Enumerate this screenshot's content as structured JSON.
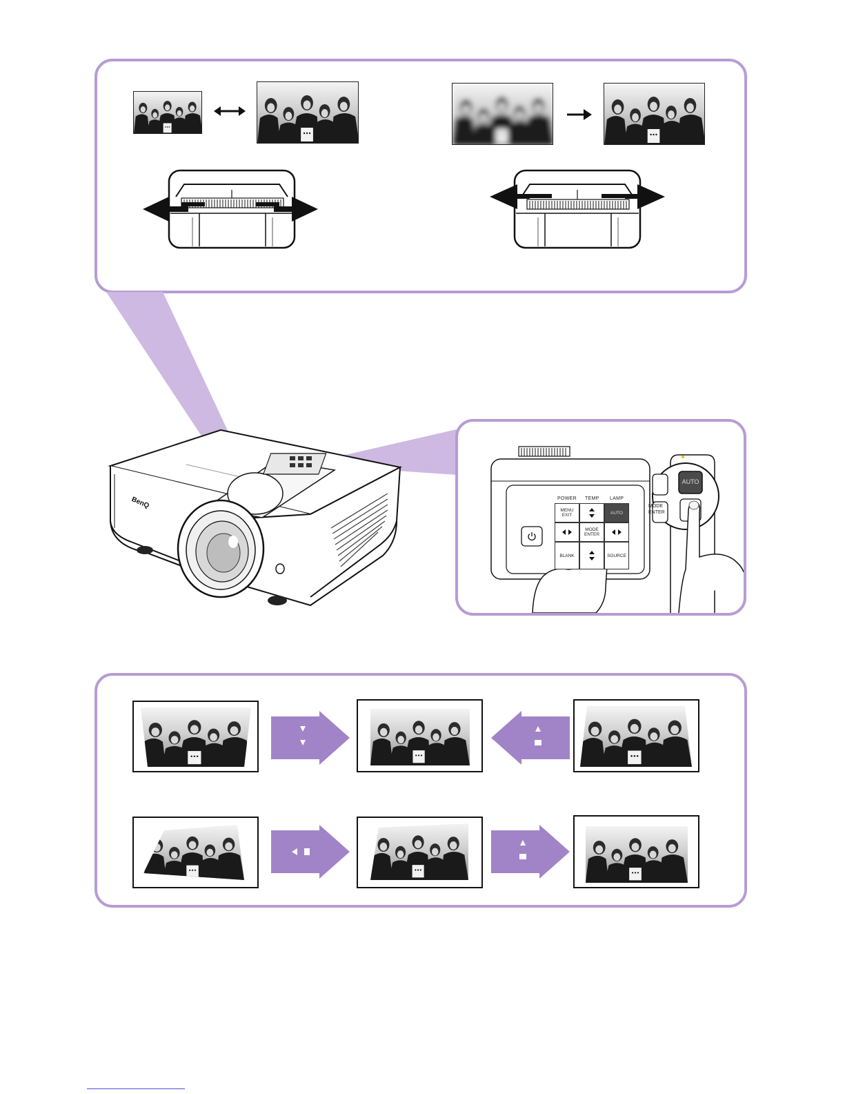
{
  "keypad": {
    "labels": {
      "power": "POWER",
      "temp": "TEMP",
      "lamp": "LAMP"
    },
    "keys": {
      "menu": "MENU EXIT",
      "auto": "AUTO",
      "mode": "MODE ENTER",
      "blank": "BLANK",
      "source": "SOURCE"
    },
    "remote": {
      "auto": "AUTO",
      "mode": "MODE ENTER"
    }
  },
  "brand": {
    "logo": "BenQ"
  },
  "icons": {
    "swap": "double-arrow-icon",
    "next": "right-arrow-icon",
    "keystone_vertical": "up-down-triangles-icon",
    "keystone_horizontal": "left-right-triangles-icon",
    "power": "power-icon"
  },
  "colors": {
    "panel_border": "#b79cd3",
    "beam": "#cdb9e2",
    "arrow_fill": "#a184c7",
    "key_dark": "#4a4a4a"
  }
}
